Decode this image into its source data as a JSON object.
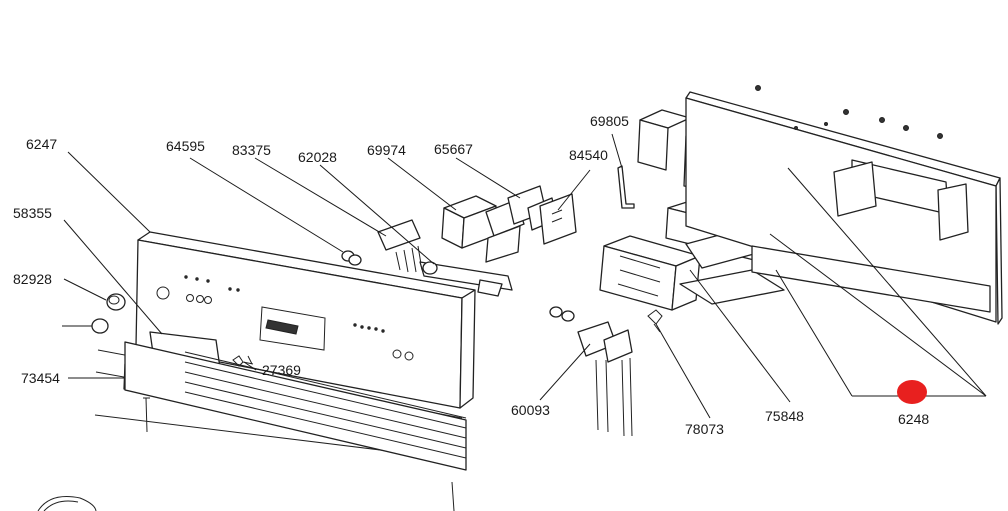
{
  "labels": {
    "l6247": "6247",
    "l64595": "64595",
    "l83375": "83375",
    "l62028": "62028",
    "l69974": "69974",
    "l65667": "65667",
    "l84540": "84540",
    "l69805": "69805",
    "l58355": "58355",
    "l82928": "82928",
    "l73454": "73454",
    "l27369": "27369",
    "l60093": "60093",
    "l78073": "78073",
    "l75848": "75848",
    "l6248": "6248"
  },
  "colors": {
    "highlight_marker": "#e8201f",
    "line": "#1a1a1a",
    "background": "#ffffff"
  }
}
